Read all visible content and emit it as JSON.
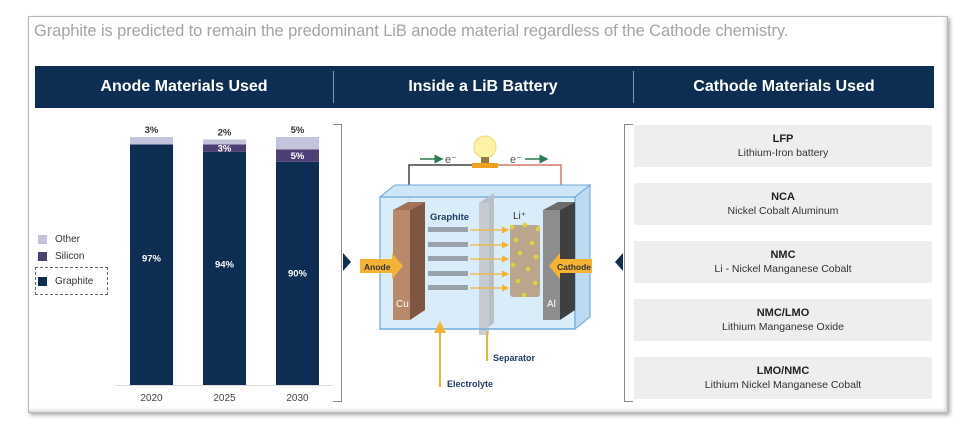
{
  "subtitle": "Graphite is predicted to remain the predominant LiB anode material regardless of the Cathode chemistry.",
  "header": {
    "anode_title": "Anode Materials Used",
    "battery_title": "Inside a LiB Battery",
    "cathode_title": "Cathode Materials Used"
  },
  "colors": {
    "header_bg": "#0d2e52",
    "graphite": "#0d2e52",
    "silicon": "#4d3f73",
    "other": "#c4c3dc",
    "accent_orange": "#f5b335",
    "card_bg": "#eeeeee"
  },
  "legend": [
    {
      "label": "Other",
      "color": "#c4c3dc"
    },
    {
      "label": "Silicon",
      "color": "#4d3f73"
    },
    {
      "label": "Graphite",
      "color": "#0d2e52"
    }
  ],
  "chart_data": {
    "type": "bar",
    "stacked": true,
    "title": "Anode Materials Used",
    "categories": [
      "2020",
      "2025",
      "2030"
    ],
    "series": [
      {
        "name": "Graphite",
        "values": [
          97,
          94,
          90
        ],
        "labels": [
          "97%",
          "94%",
          "90%"
        ]
      },
      {
        "name": "Silicon",
        "values": [
          0,
          3,
          5
        ],
        "labels": [
          "",
          "3%",
          "5%"
        ]
      },
      {
        "name": "Other",
        "values": [
          3,
          2,
          5
        ],
        "labels": [
          "3%",
          "2%",
          "5%"
        ]
      }
    ],
    "xlabel": "",
    "ylabel": "",
    "ylim": [
      0,
      100
    ],
    "grid": false,
    "legend_position": "left"
  },
  "battery": {
    "electron_left": "e⁻",
    "electron_right": "e⁻",
    "graphite_label": "Graphite",
    "li_label": "Li⁺",
    "anode_label": "Anode",
    "cathode_label": "Cathode",
    "cu_label": "Cu",
    "al_label": "Al",
    "separator_label": "Separator",
    "electrolyte_label": "Electrolyte"
  },
  "cathode_materials": [
    {
      "name": "LFP",
      "description": "Lithium-Iron battery"
    },
    {
      "name": "NCA",
      "description": "Nickel Cobalt Aluminum"
    },
    {
      "name": "NMC",
      "description": "Li - Nickel Manganese Cobalt"
    },
    {
      "name": "NMC/LMO",
      "description": "Lithium Manganese Oxide"
    },
    {
      "name": "LMO/NMC",
      "description": "Lithium Nickel Manganese Cobalt"
    }
  ]
}
